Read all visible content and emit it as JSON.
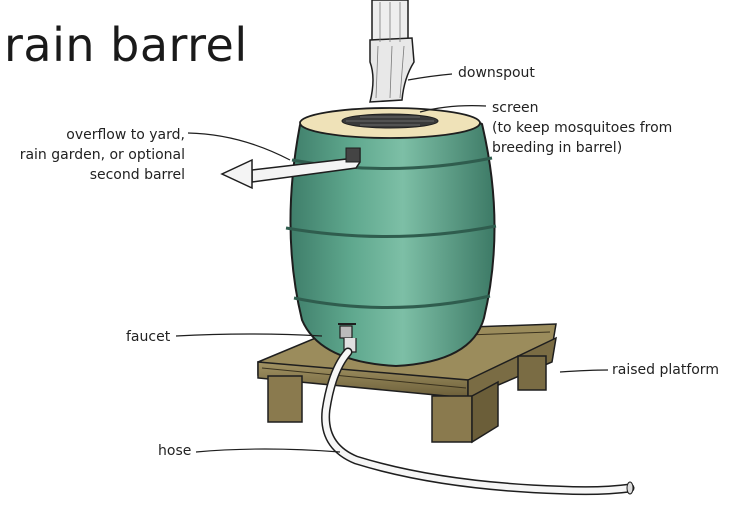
{
  "title": "rain barrel",
  "labels": {
    "downspout": "downspout",
    "screen_line1": "screen",
    "screen_line2": "(to keep mosquitoes from",
    "screen_line3": "breeding in barrel)",
    "overflow_line1": "overflow to yard,",
    "overflow_line2": "rain garden, or optional",
    "overflow_line3": "second barrel",
    "faucet": "faucet",
    "platform": "raised platform",
    "hose": "hose"
  },
  "colors": {
    "barrel": "#5fa88e",
    "barrel_dark": "#3f7e6a",
    "wood": "#8a7a4e",
    "wood_dark": "#5e5232",
    "screen": "#efe2b8",
    "downspout": "#eeeeee",
    "line": "#1e1e1e"
  }
}
